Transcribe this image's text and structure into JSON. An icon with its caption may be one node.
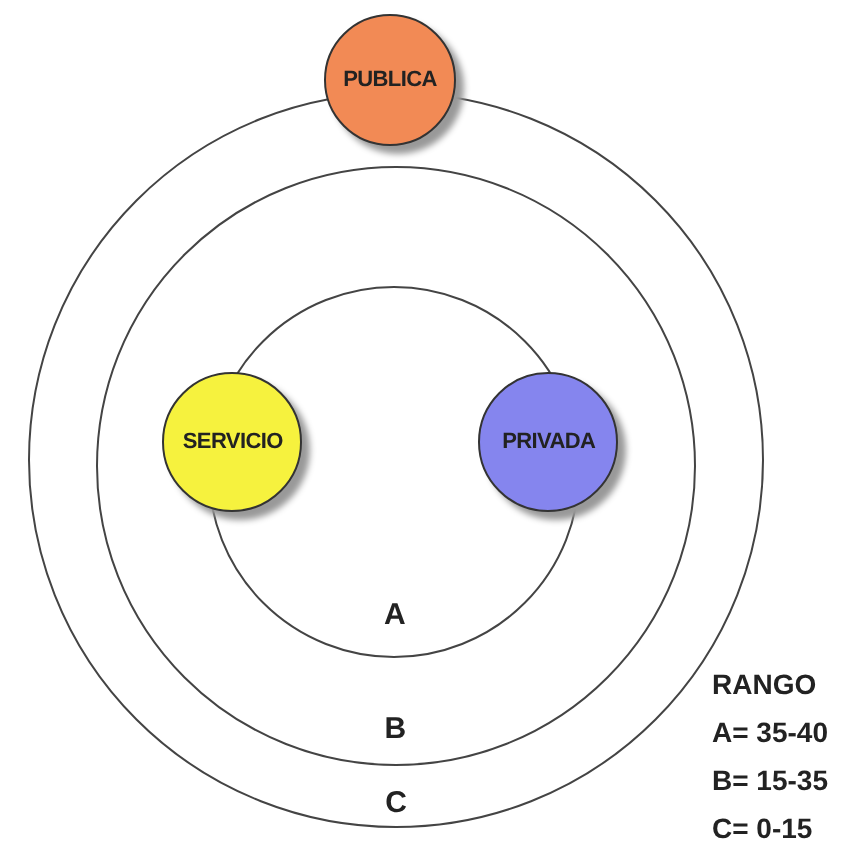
{
  "diagram": {
    "nodes": [
      {
        "text": [
          "C"
        ]
      },
      {
        "text": [
          "B"
        ],
        "in": 0
      },
      {
        "text": [
          "A"
        ],
        "in": 1
      },
      {
        "text": [
          "PUBLICA"
        ]
      },
      {
        "text": [
          "SERVICIO"
        ],
        "in": 1
      },
      {
        "text": [
          "PRIVADA"
        ],
        "in": 1
      }
    ],
    "labels": [
      "RANGO",
      "A= 35-40",
      "B= 15-35",
      "C= 0-15"
    ]
  }
}
